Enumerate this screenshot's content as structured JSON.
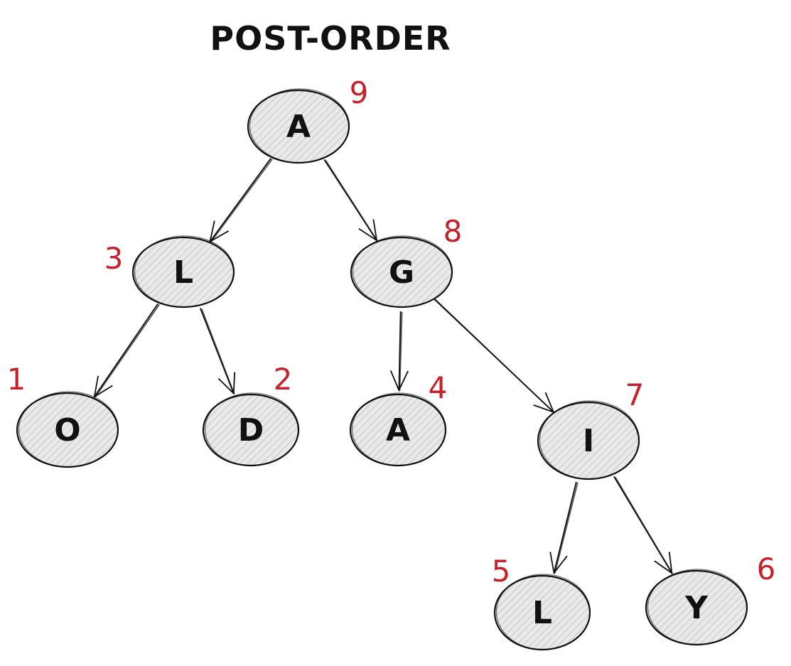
{
  "title": "POST-ORDER",
  "colors": {
    "node_fill": "#e9e9e9",
    "hatch": "#bdbdbd",
    "stroke": "#111111",
    "order_number": "#c8202b"
  },
  "nodes": [
    {
      "id": "n1",
      "label": "A",
      "order": "9"
    },
    {
      "id": "n2",
      "label": "L",
      "order": "3"
    },
    {
      "id": "n3",
      "label": "G",
      "order": "8"
    },
    {
      "id": "n4",
      "label": "O",
      "order": "1"
    },
    {
      "id": "n5",
      "label": "D",
      "order": "2"
    },
    {
      "id": "n6",
      "label": "A",
      "order": "4"
    },
    {
      "id": "n7",
      "label": "I",
      "order": "7"
    },
    {
      "id": "n8",
      "label": "L",
      "order": "5"
    },
    {
      "id": "n9",
      "label": "Y",
      "order": "6"
    }
  ],
  "edges": [
    {
      "from": "n1",
      "to": "n2"
    },
    {
      "from": "n1",
      "to": "n3"
    },
    {
      "from": "n2",
      "to": "n4"
    },
    {
      "from": "n2",
      "to": "n5"
    },
    {
      "from": "n3",
      "to": "n6"
    },
    {
      "from": "n3",
      "to": "n7"
    },
    {
      "from": "n7",
      "to": "n8"
    },
    {
      "from": "n7",
      "to": "n9"
    }
  ]
}
